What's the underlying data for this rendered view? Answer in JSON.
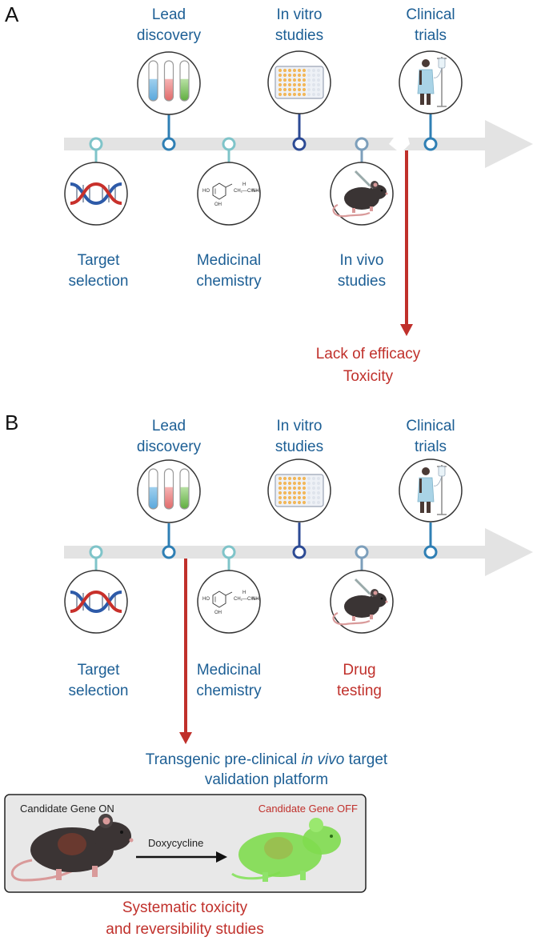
{
  "panel_a": {
    "letter": "A",
    "stages_top": [
      {
        "line1": "Lead",
        "line2": "discovery"
      },
      {
        "line1": "In vitro",
        "line2": "studies"
      },
      {
        "line1": "Clinical",
        "line2": "trials"
      }
    ],
    "stages_bottom": [
      {
        "line1": "Target",
        "line2": "selection"
      },
      {
        "line1": "Medicinal",
        "line2": "chemistry"
      },
      {
        "line1": "In vivo",
        "line2": "studies"
      }
    ],
    "failure": {
      "line1": "Lack of efficacy",
      "line2": "Toxicity"
    }
  },
  "panel_b": {
    "letter": "B",
    "stages_top": [
      {
        "line1": "Lead",
        "line2": "discovery"
      },
      {
        "line1": "In vitro",
        "line2": "studies"
      },
      {
        "line1": "Clinical",
        "line2": "trials"
      }
    ],
    "stages_bottom": [
      {
        "line1": "Target",
        "line2": "selection"
      },
      {
        "line1": "Medicinal",
        "line2": "chemistry"
      },
      {
        "line1": "Drug",
        "line2": "testing"
      }
    ],
    "platform": {
      "line1_pre": "Transgenic pre-clinical ",
      "line1_italic": "in vivo",
      "line1_post": " target",
      "line2": "validation platform"
    },
    "box": {
      "left_label": "Candidate Gene ON",
      "right_label": "Candidate Gene OFF",
      "arrow_label": "Doxycycline"
    },
    "conclusion": {
      "line1": "Systematic toxicity",
      "line2": "and reversibility studies"
    }
  },
  "chem_labels": {
    "ho": "HO",
    "oh": "OH",
    "h": "H",
    "nh2": "NH₂",
    "chain": "CH₂—CH—"
  },
  "colors": {
    "timeline": "#e3e3e3",
    "node_light": "#7fc4c9",
    "node_mid": "#2f7fb4",
    "node_dark": "#2c4a94",
    "node_steel": "#7d9fbb",
    "label_blue": "#1d5f95",
    "label_red": "#c0302b"
  }
}
